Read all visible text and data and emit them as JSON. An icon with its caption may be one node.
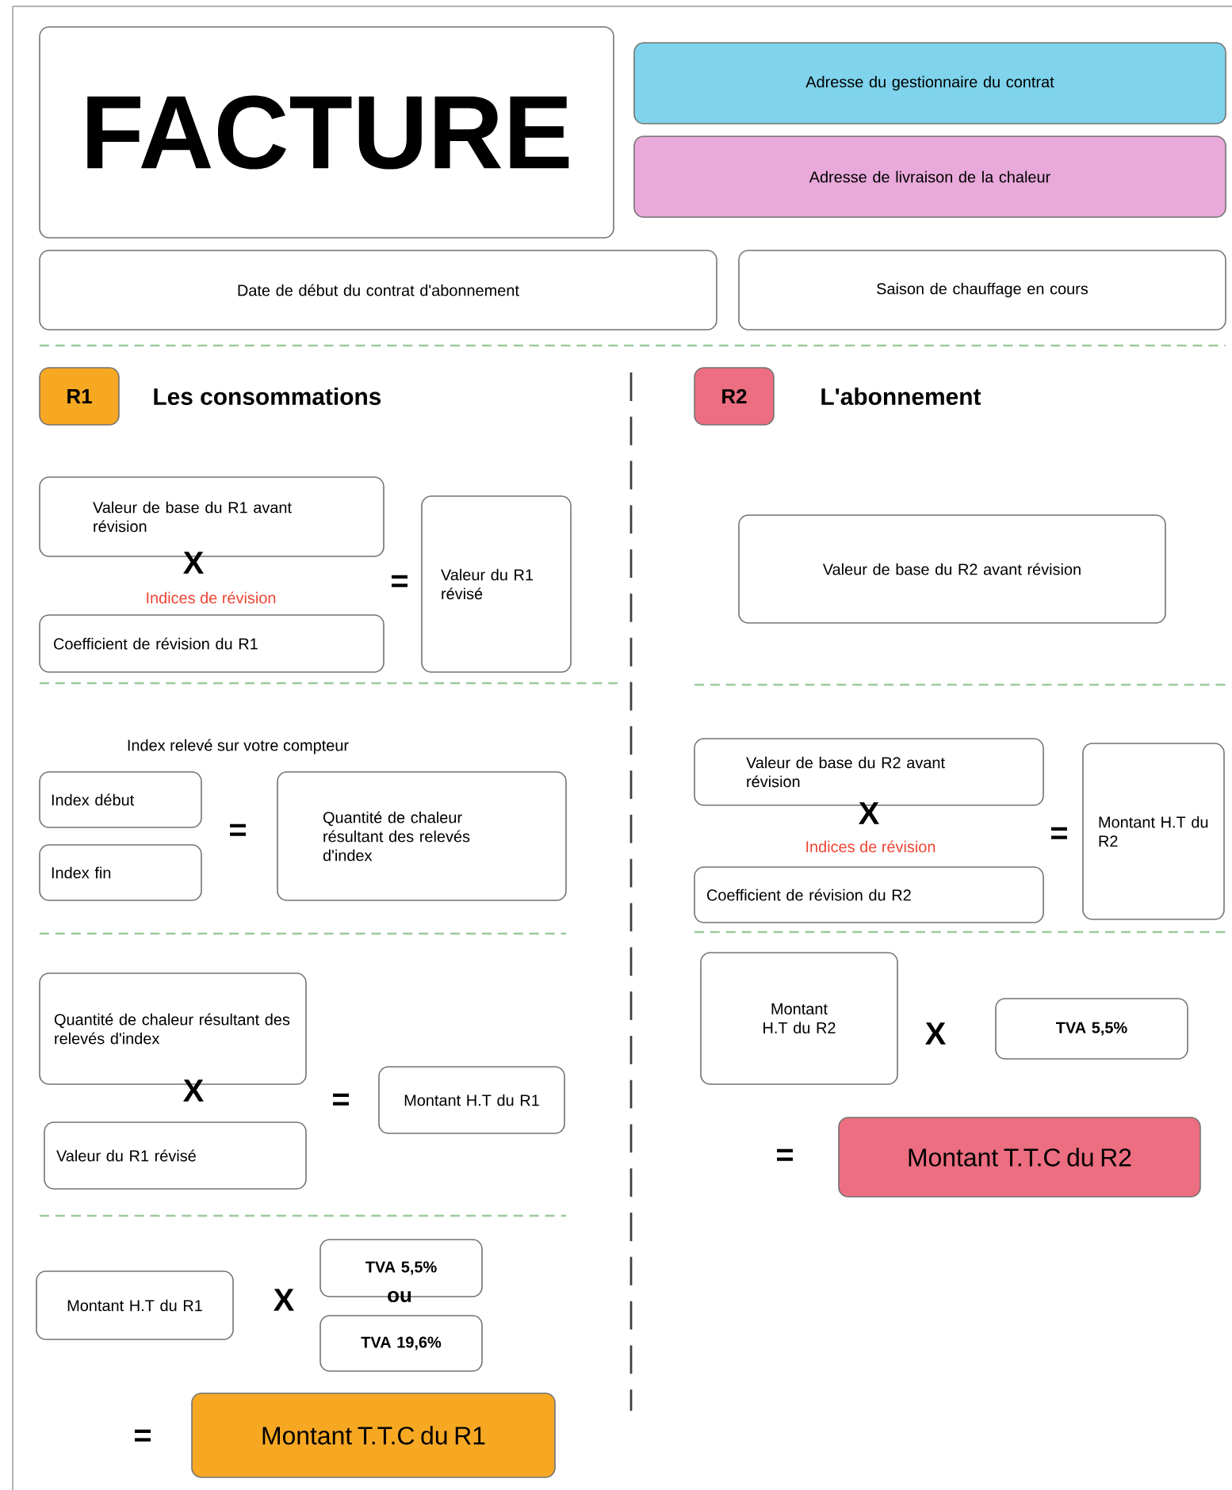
{
  "diagram": {
    "nodes": [
      {
        "text": [
          "FACTURE"
        ]
      },
      {
        "text": [
          "Adresse du gestionnaire du contrat"
        ]
      },
      {
        "text": [
          "Adresse de livraison de la chaleur"
        ]
      },
      {
        "text": [
          "Date de début du contrat d'abonnement"
        ]
      },
      {
        "text": [
          "Saison de chauffage en cours"
        ]
      },
      {
        "text": [
          "R1"
        ],
        "beside": [
          "Les consommations"
        ]
      },
      {
        "text": [
          "R2"
        ],
        "beside": [
          "L'abonnement"
        ]
      },
      {
        "text": [
          "Valeur de base du R1 avant révision"
        ]
      },
      {
        "text": [
          "Coefficient de révision du R1"
        ]
      },
      {
        "text": [
          "Valeur du R1 révisé"
        ]
      },
      {
        "text": [
          "Valeur de base du R2 avant révision"
        ]
      },
      {
        "text": [
          "Index début"
        ]
      },
      {
        "text": [
          "Index fin"
        ]
      },
      {
        "text": [
          "Quantité de chaleur résultant des relevés d'index"
        ]
      },
      {
        "text": [
          "Valeur de base du R2 avant révision"
        ]
      },
      {
        "text": [
          "Coefficient de révision du R2"
        ]
      },
      {
        "text": [
          "Montant H.T du R2"
        ]
      },
      {
        "text": [
          "Montant H.T du R2"
        ]
      },
      {
        "text": [
          "TVA 5,5%"
        ]
      },
      {
        "text": [
          "Montant T.T.C du R2"
        ]
      },
      {
        "text": [
          "Quantité de chaleur résultant des relevés d'index"
        ]
      },
      {
        "text": [
          "Valeur du R1 révisé"
        ]
      },
      {
        "text": [
          "Montant H.T du R1"
        ]
      },
      {
        "text": [
          "Montant H.T du R1"
        ]
      },
      {
        "text": [
          "TVA 5,5%"
        ]
      },
      {
        "text": [
          "TVA 19,6%"
        ]
      },
      {
        "text": [
          "Montant T.T.C du R1"
        ]
      }
    ],
    "labels": [
      "X",
      "Indices de révision",
      "=",
      "Index relevé sur votre compteur",
      "=",
      "X",
      "Indices de révision",
      "=",
      "X",
      "X",
      "=",
      "=",
      "X",
      "ou",
      "="
    ]
  }
}
